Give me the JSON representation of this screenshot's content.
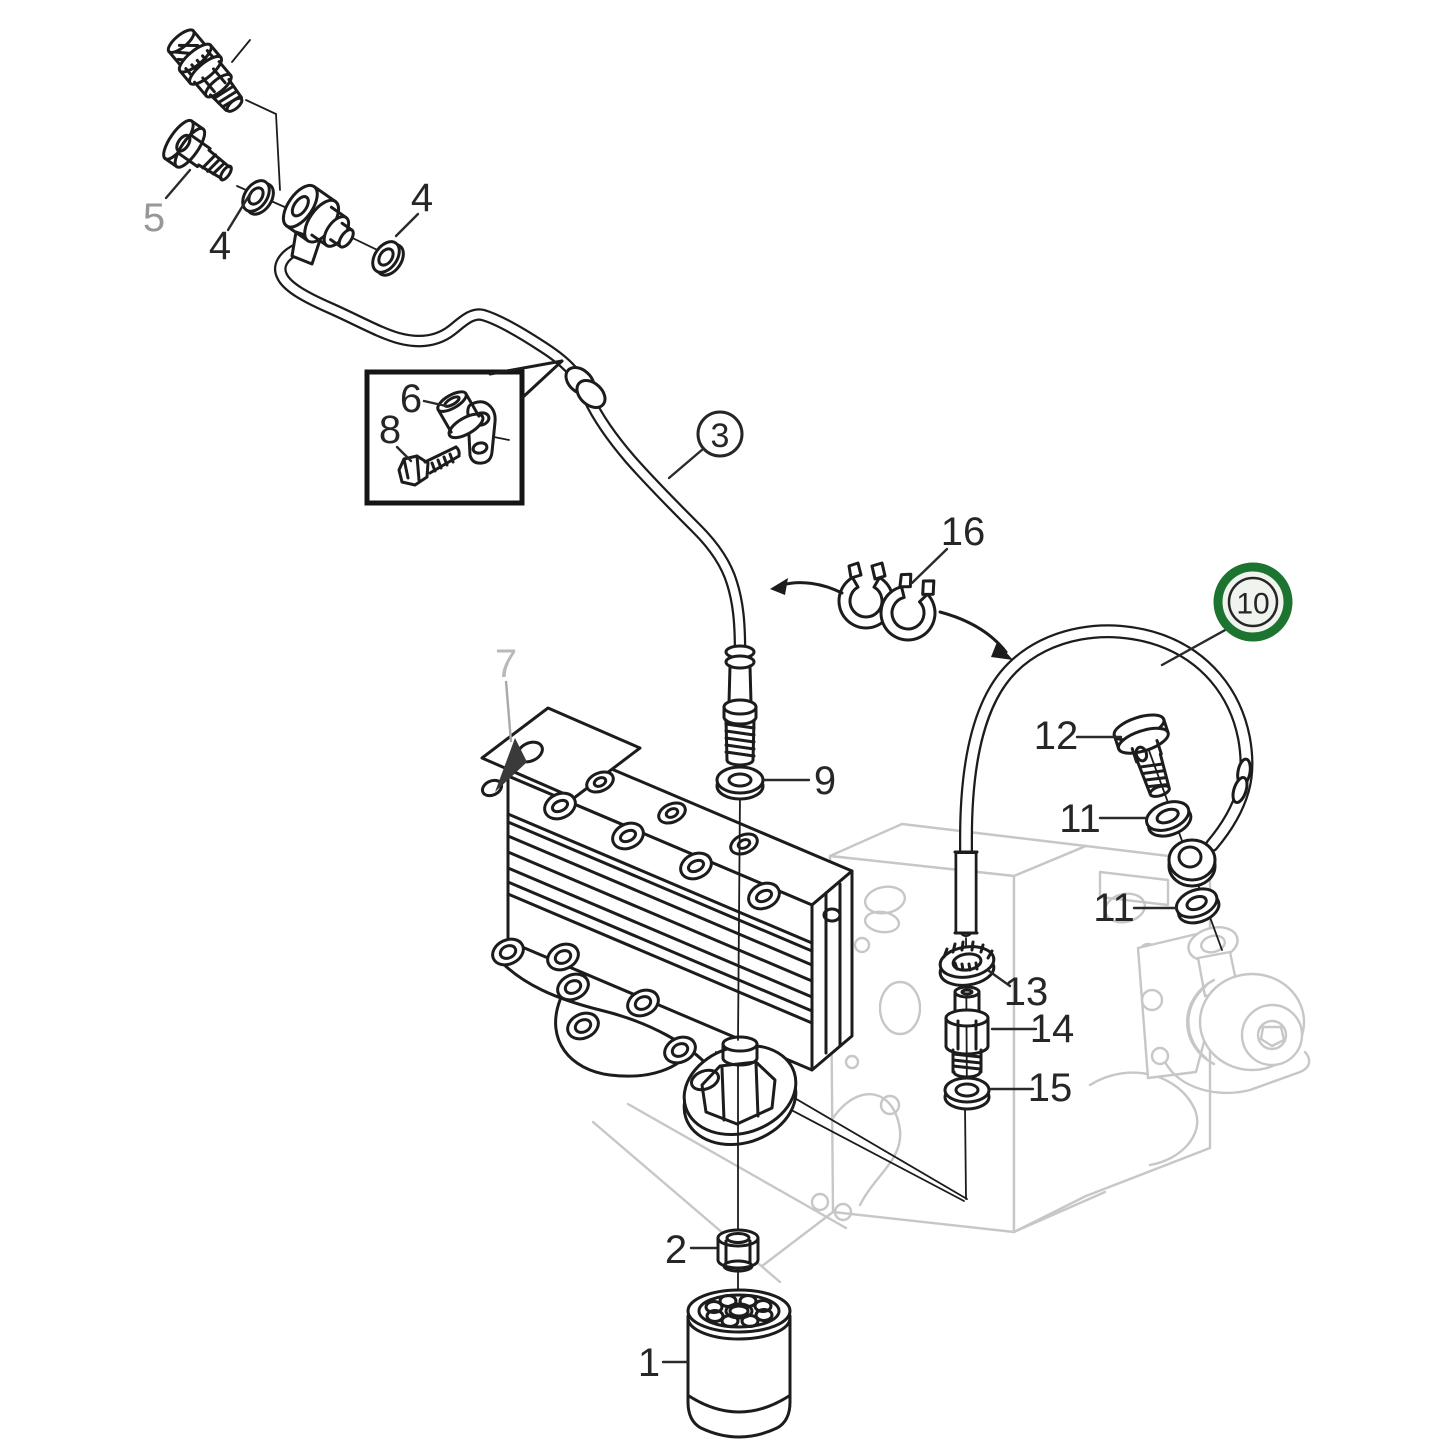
{
  "diagram": {
    "kind": "exploded-parts-diagram",
    "description": "Exploded view of engine oil cooler, oil filter and oil line assembly with numbered part callouts",
    "background_color": "#ffffff",
    "line_color": "#1c1c1c",
    "ghost_color": "#c7c7c7",
    "highlight_color": "#1c7430",
    "highlighted_callout": "10"
  },
  "callouts": [
    {
      "label": "5",
      "style": "gray",
      "circled": false
    },
    {
      "label": "4",
      "style": "black",
      "circled": false
    },
    {
      "label": "4",
      "style": "black",
      "circled": false
    },
    {
      "label": "6",
      "style": "black",
      "circled": false
    },
    {
      "label": "8",
      "style": "black",
      "circled": false
    },
    {
      "label": "3",
      "style": "black",
      "circled": true
    },
    {
      "label": "16",
      "style": "black",
      "circled": false
    },
    {
      "label": "10",
      "style": "black",
      "circled": true,
      "highlighted": true
    },
    {
      "label": "12",
      "style": "black",
      "circled": false
    },
    {
      "label": "11",
      "style": "black",
      "circled": false
    },
    {
      "label": "11",
      "style": "black",
      "circled": false
    },
    {
      "label": "9",
      "style": "black",
      "circled": false
    },
    {
      "label": "7",
      "style": "light-gray",
      "circled": false
    },
    {
      "label": "13",
      "style": "black",
      "circled": false
    },
    {
      "label": "14",
      "style": "black",
      "circled": false
    },
    {
      "label": "15",
      "style": "black",
      "circled": false
    },
    {
      "label": "2",
      "style": "black",
      "circled": false
    },
    {
      "label": "1",
      "style": "black",
      "circled": false
    }
  ]
}
